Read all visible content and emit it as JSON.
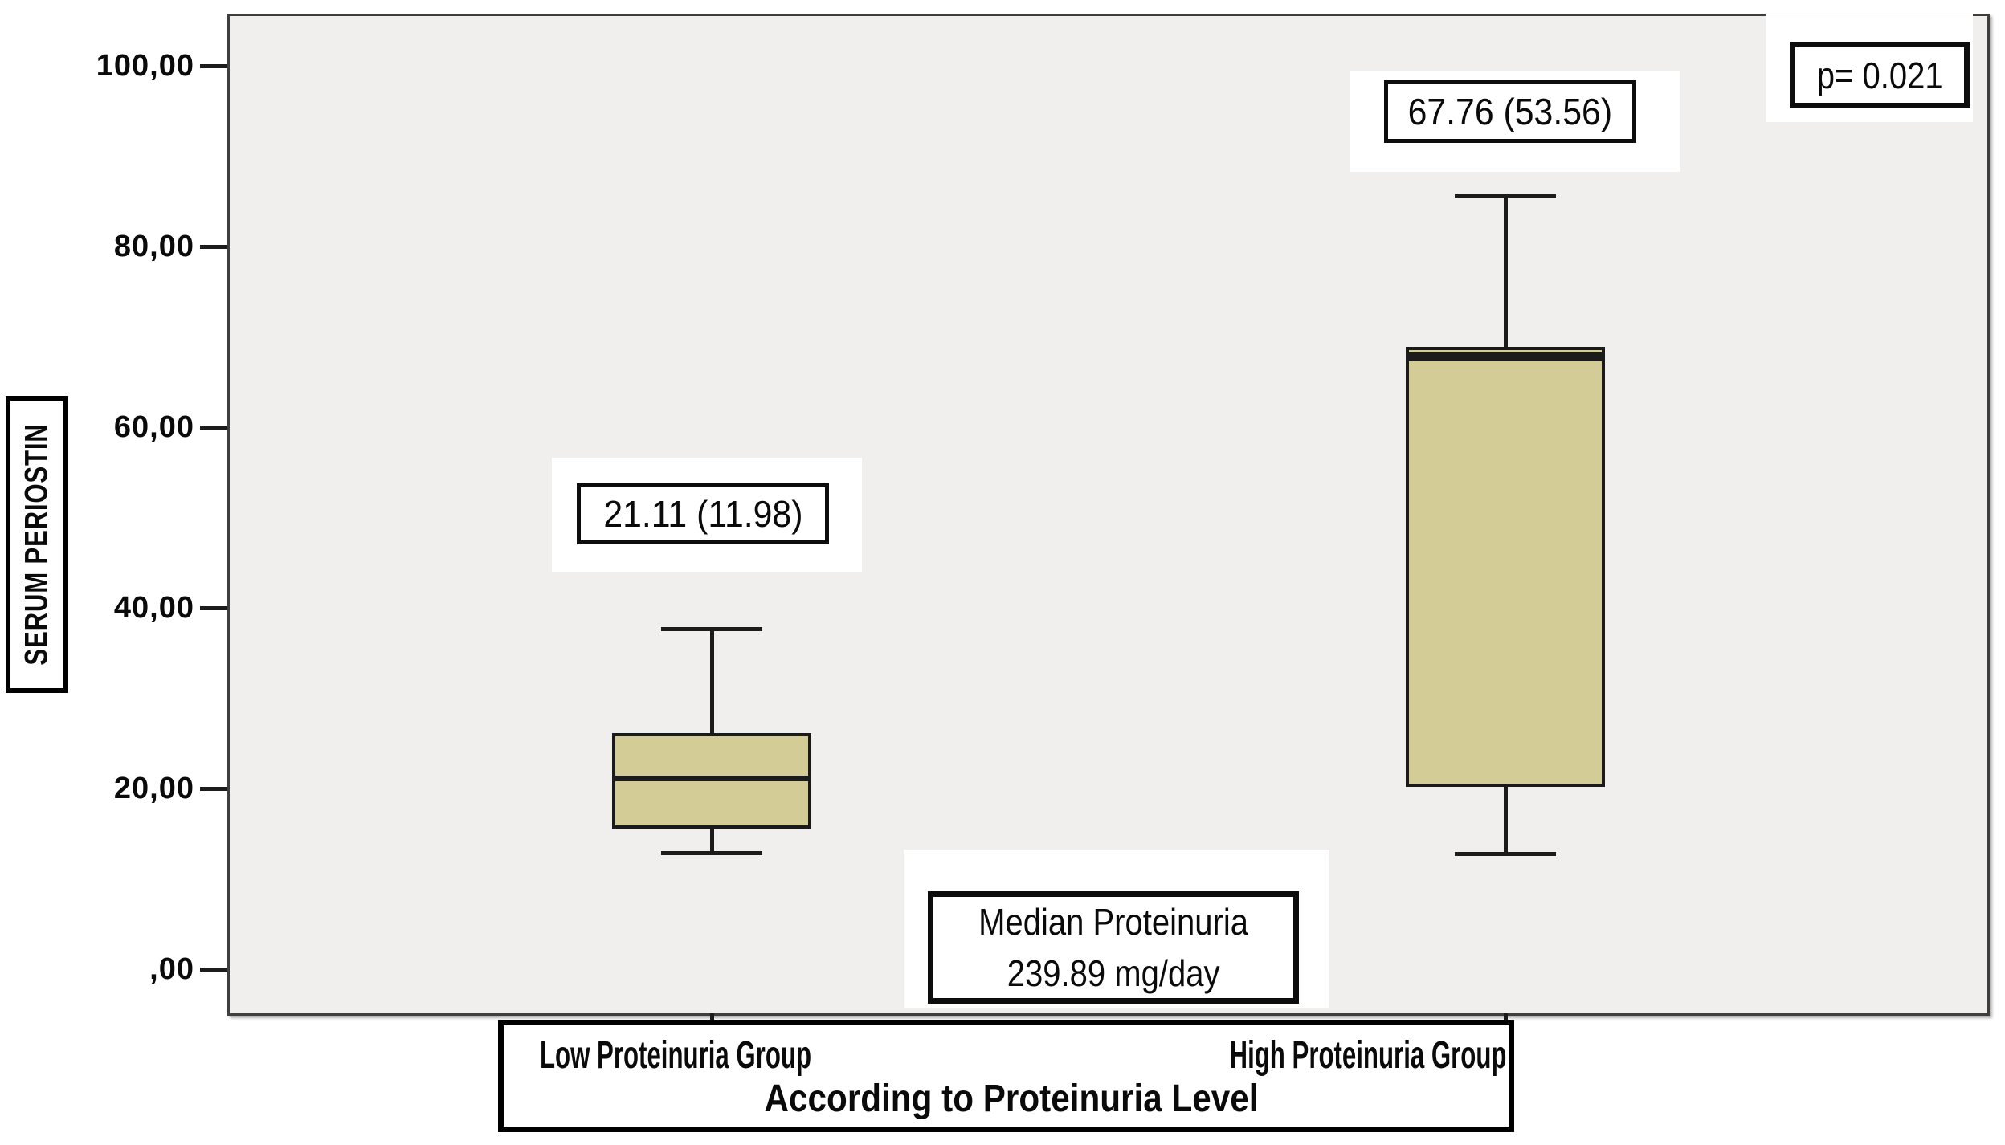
{
  "figure": {
    "y_axis": {
      "title": "SERUM PERIOSTIN",
      "ticks": [
        {
          "value": 0,
          "label": ",00"
        },
        {
          "value": 20,
          "label": "20,00"
        },
        {
          "value": 40,
          "label": "40,00"
        },
        {
          "value": 60,
          "label": "60,00"
        },
        {
          "value": 80,
          "label": "80,00"
        },
        {
          "value": 100,
          "label": "100,00"
        }
      ]
    },
    "x_axis": {
      "categories": [
        "Low Proteinuria Group",
        "High Proteinuria Group"
      ],
      "axis_title": "According to Proteinuria Level"
    },
    "annotations": {
      "low_box_label": "21.11 (11.98)",
      "high_box_label": "67.76 (53.56)",
      "p_value": "p= 0.021",
      "median_proteinuria_line1": "Median Proteinuria",
      "median_proteinuria_line2": "239.89 mg/day"
    },
    "colors": {
      "box_fill": "#d3cc96",
      "plot_background": "#f0efee",
      "line": "#1b1b1b",
      "callout_background": "#ffffff"
    }
  },
  "chart_data": {
    "type": "boxplot",
    "ylabel": "SERUM PERIOSTIN",
    "xlabel": "According to Proteinuria Level",
    "ylim": [
      0,
      100
    ],
    "yticks": [
      0,
      20,
      40,
      60,
      80,
      100
    ],
    "ytick_labels": [
      ",00",
      "20,00",
      "40,00",
      "60,00",
      "80,00",
      "100,00"
    ],
    "grid": false,
    "legend": "none",
    "series": [
      {
        "name": "Low Proteinuria Group",
        "whisker_low": 12.9,
        "q1": 15.6,
        "median": 21.11,
        "q3": 26.1,
        "whisker_high": 37.7,
        "label": "21.11 (11.98)"
      },
      {
        "name": "High Proteinuria Group",
        "whisker_low": 12.8,
        "q1": 20.2,
        "median": 67.76,
        "q3": 68.9,
        "whisker_high": 85.7,
        "label": "67.76 (53.56)"
      }
    ],
    "annotations": [
      "p= 0.021",
      "Median Proteinuria 239.89 mg/day"
    ]
  }
}
